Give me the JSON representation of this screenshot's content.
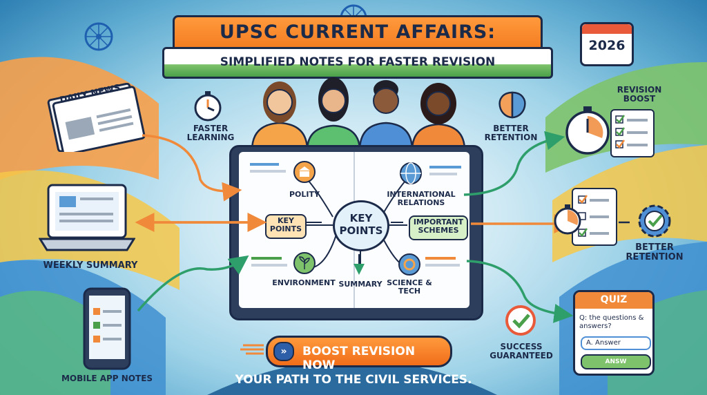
{
  "banner": {
    "title": "UPSC CURRENT AFFAIRS:",
    "subtitle": "SIMPLIFIED NOTES FOR FASTER REVISION"
  },
  "calendar": {
    "year": "2026"
  },
  "left": {
    "newspaper_label": "DAILY NEWS",
    "weekly_summary": "WEEKLY SUMMARY",
    "mobile_app_notes": "MOBILE APP NOTES"
  },
  "top_labels": {
    "faster_learning": "FASTER LEARNING",
    "better_retention": "BETTER RETENTION"
  },
  "book": {
    "center": "KEY POINTS",
    "polity": "POLITY",
    "key_points": "KEY POINTS",
    "environment": "ENVIRONMENT",
    "summary": "SUMMARY",
    "international_relations": "INTERNATIONAL RELATIONS",
    "important_schemes": "IMPORTANT SCHEMES",
    "science_tech": "SCIENCE & TECH"
  },
  "right": {
    "revision_boost": "REVISION BOOST",
    "better_retention": "BETTER RETENTION",
    "quiz_title": "QUIZ",
    "quiz_question": "Q: the questions & answers?",
    "quiz_answer_1": "A. Answer",
    "quiz_answer_2": "ANSW",
    "success": "SUCCESS GUARANTEED"
  },
  "cta": {
    "label": "BOOST REVISION NOW"
  },
  "footer": {
    "tagline": "YOUR PATH TO THE CIVIL SERVICES."
  },
  "colors": {
    "saffron": "#f37a1f",
    "green": "#4aa04a",
    "navy": "#1c2a4a",
    "teal_arrow": "#2e9e6b",
    "orange_arrow": "#f08a3a"
  }
}
